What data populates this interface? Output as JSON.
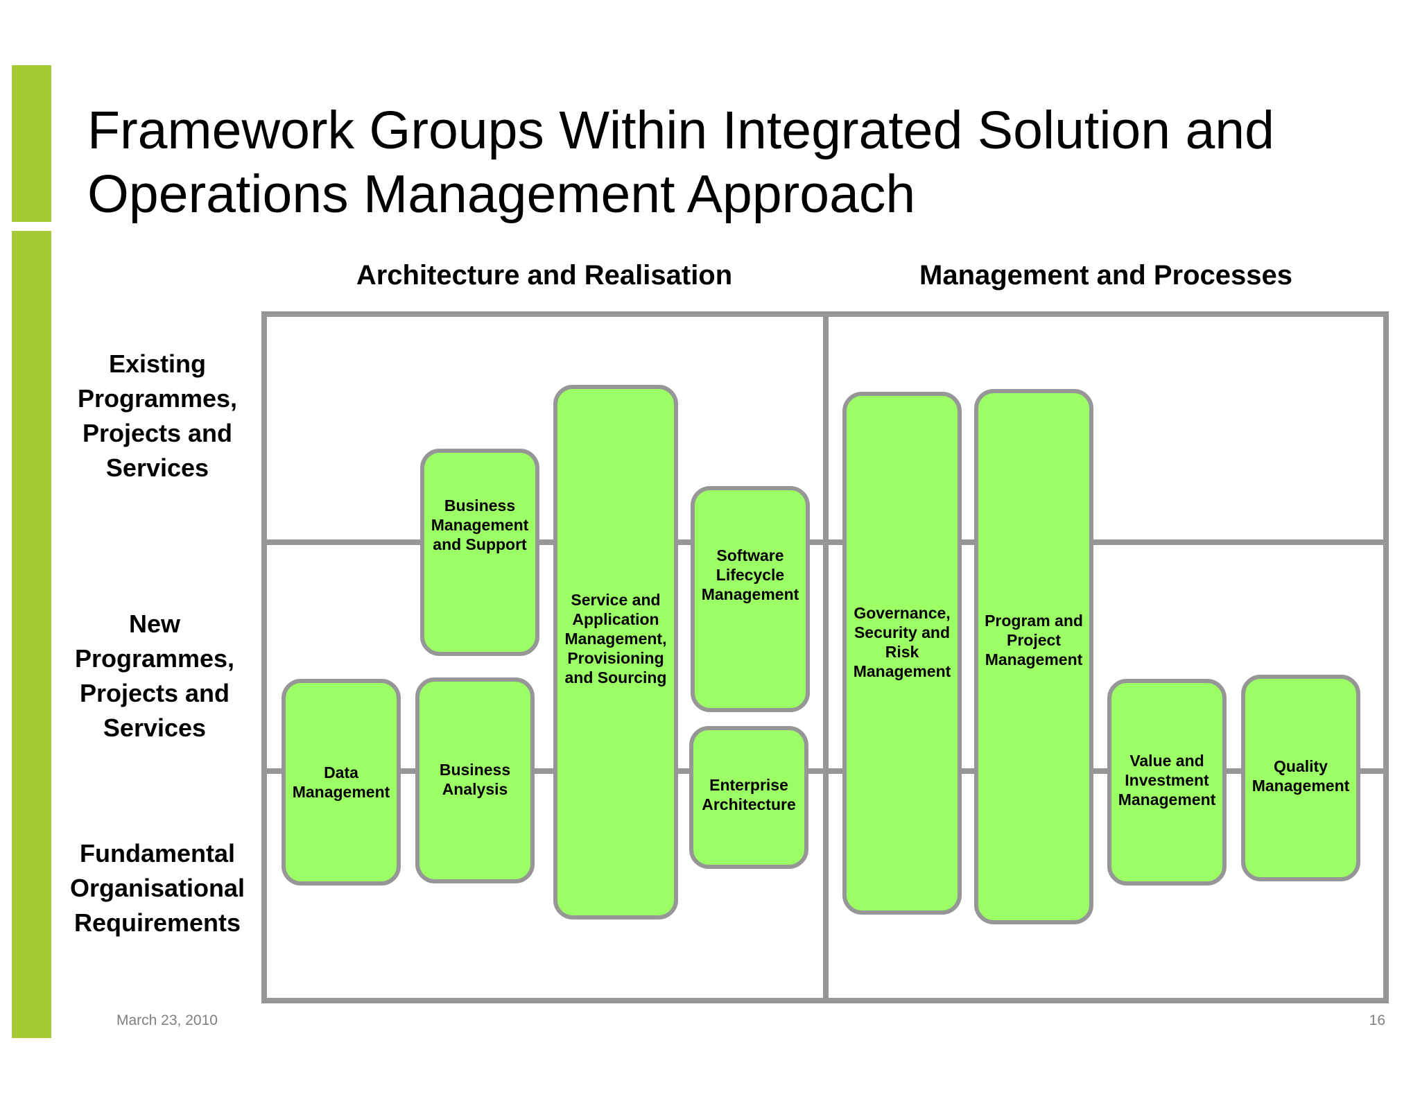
{
  "slide": {
    "title": "Framework Groups Within Integrated Solution and Operations Management Approach",
    "column_headers": {
      "architecture": "Architecture and Realisation",
      "management": "Management and Processes"
    },
    "row_labels": {
      "existing": "Existing\nProgrammes,\nProjects and\nServices",
      "new": "New\nProgrammes,\nProjects and\nServices",
      "fundamental": "Fundamental\nOrganisational\nRequirements"
    },
    "boxes": {
      "business_management_support": "Business\nManagement\nand Support",
      "service_application_management": "Service and\nApplication\nManagement,\nProvisioning\nand Sourcing",
      "software_lifecycle_management": "Software\nLifecycle\nManagement",
      "governance_security_risk": "Governance,\nSecurity and\nRisk\nManagement",
      "program_project_management": "Program and\nProject\nManagement",
      "data_management": "Data\nManagement",
      "business_analysis": "Business\nAnalysis",
      "enterprise_architecture": "Enterprise\nArchitecture",
      "value_investment_management": "Value and\nInvestment\nManagement",
      "quality_management": "Quality\nManagement"
    },
    "footer": {
      "date": "March 23, 2010",
      "page_number": "16"
    },
    "colors": {
      "accent_bar": "#a6c936",
      "box_fill": "#9cff66",
      "grid_stroke": "#969696"
    }
  }
}
